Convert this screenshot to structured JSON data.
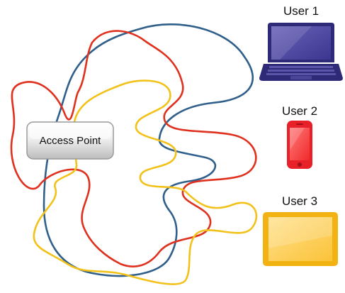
{
  "access_point": {
    "label": "Access Point"
  },
  "users": [
    {
      "label": "User 1",
      "device": "laptop-icon"
    },
    {
      "label": "User 2",
      "device": "smartphone-icon"
    },
    {
      "label": "User 3",
      "device": "tablet-icon"
    }
  ],
  "signal_paths": [
    {
      "name": "blue-signal-path",
      "color": "#2f5f8a"
    },
    {
      "name": "red-signal-path",
      "color": "#e0301e"
    },
    {
      "name": "yellow-signal-path",
      "color": "#f2c21a"
    }
  ],
  "colors": {
    "laptop_body": "#2e2a78",
    "phone_body": "#e8202a",
    "tablet_body": "#f2b212"
  }
}
